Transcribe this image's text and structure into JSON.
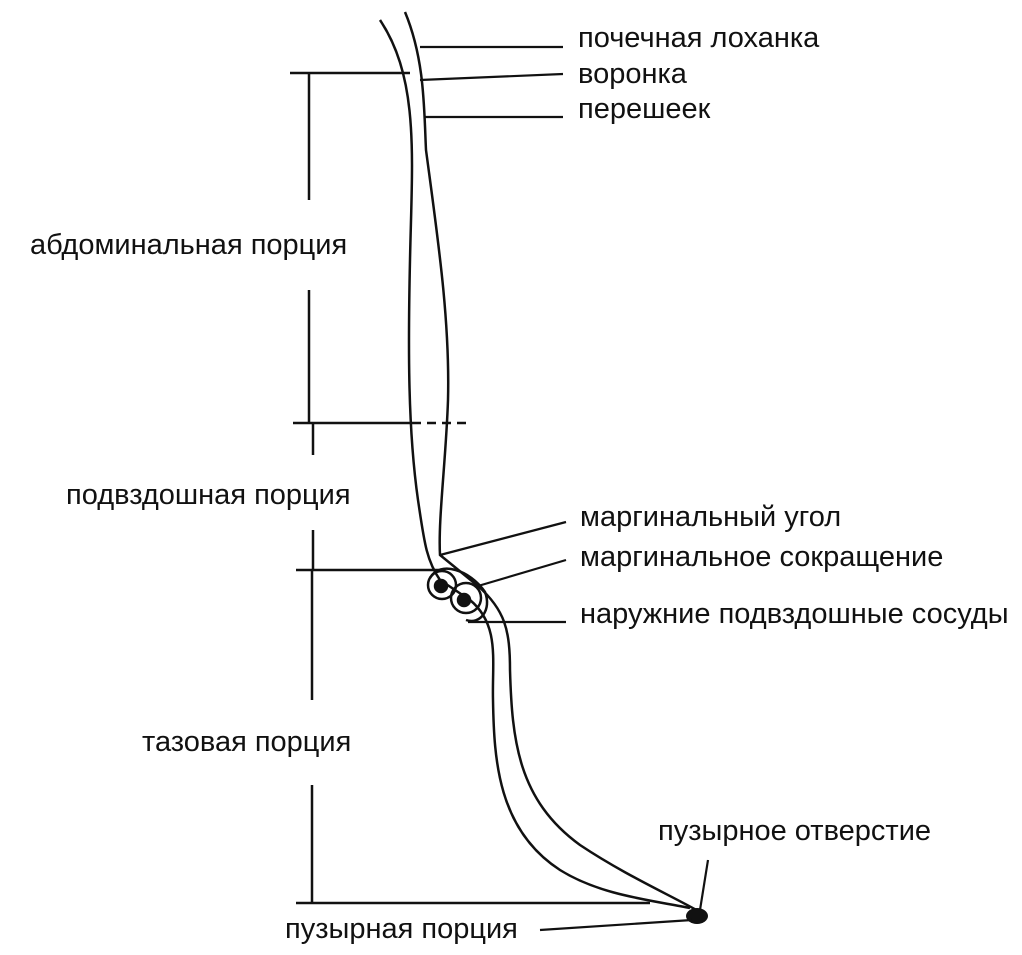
{
  "diagram": {
    "labels": {
      "renal_pelvis": "почечная лоханка",
      "funnel": "воронка",
      "isthmus": "перешеек",
      "abdominal_portion": "абдоминальная порция",
      "iliac_portion": "подвздошная порция",
      "marginal_angle": "маргинальный угол",
      "marginal_contraction": "маргинальное сокращение",
      "external_iliac_vessels": "наружние подвздошные сосуды",
      "pelvic_portion": "тазовая порция",
      "vesical_orifice": "пузырное отверстие",
      "vesical_portion": "пузырная порция"
    },
    "colors": {
      "ink": "#111111",
      "background": "#ffffff"
    }
  }
}
